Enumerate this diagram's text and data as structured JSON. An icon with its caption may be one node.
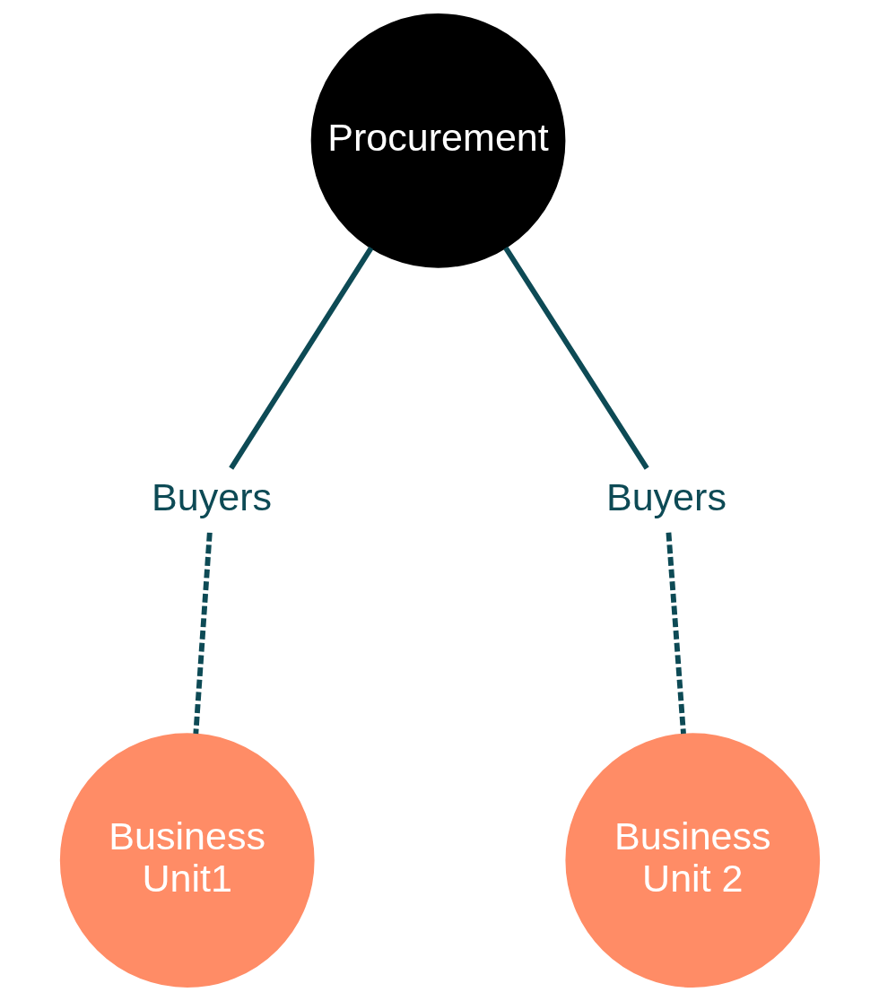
{
  "diagram": {
    "nodes": [
      {
        "text": [
          "Procurement"
        ]
      },
      {
        "text": [
          "Buyers"
        ]
      },
      {
        "text": [
          "Buyers"
        ]
      },
      {
        "text": [
          "Business Unit1"
        ]
      },
      {
        "text": [
          "Business Unit 2"
        ]
      }
    ],
    "edges": [
      {
        "from": 0,
        "to": 1,
        "arrow": "none"
      },
      {
        "from": 0,
        "to": 2,
        "arrow": "none"
      },
      {
        "from": 1,
        "to": 3,
        "arrow": "none",
        "style": "dashed"
      },
      {
        "from": 2,
        "to": 4,
        "arrow": "none",
        "style": "dashed"
      }
    ]
  }
}
